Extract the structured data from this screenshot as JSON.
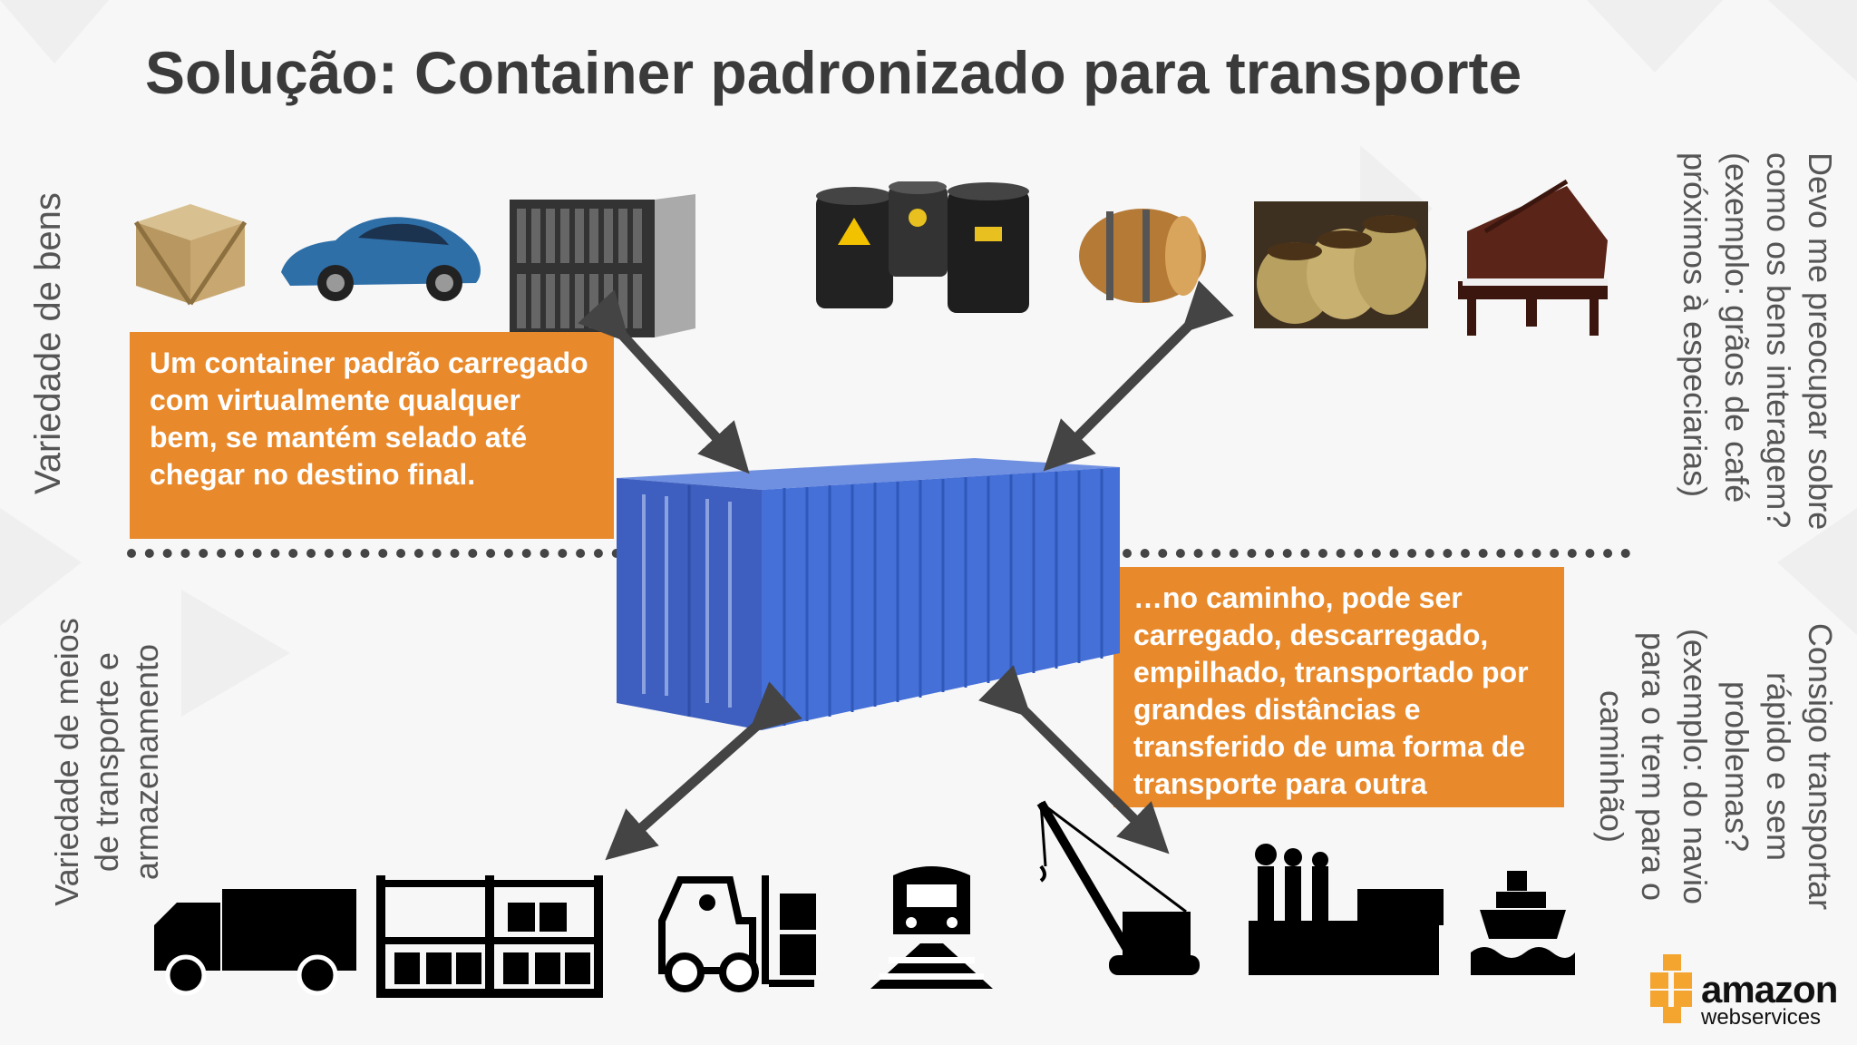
{
  "slide": {
    "title": "Solução: Container padronizado para transporte",
    "left_top_label": "Variedade de bens",
    "left_bottom_label": "Variedade de meios de transporte e armazenamento",
    "right_top_label": "Devo me preocupar sobre como os bens interagem? (exemplo: grãos de café próximos à especiarias)",
    "right_bottom_label": "Consigo transportar rápido e sem problemas? (exemplo: do navio para o trem para o caminhão)",
    "callout_top": "Um container padrão carregado com virtualmente qualquer bem, se mantém selado até chegar no destino final.",
    "callout_bottom": "…no caminho, pode ser carregado, descarregado, empilhado, transportado por grandes distâncias e transferido de uma forma de transporte para outra"
  },
  "logo": {
    "brand": "amazon",
    "subtitle": "webservices"
  },
  "goods_icons": [
    "crate-icon",
    "car-icon",
    "server-rack-icon",
    "oil-barrels-icon",
    "wooden-barrel-icon",
    "coffee-sacks-icon",
    "piano-icon"
  ],
  "transport_icons": [
    "truck-icon",
    "warehouse-rack-icon",
    "forklift-icon",
    "train-icon",
    "crane-icon",
    "factory-icon",
    "ship-icon"
  ],
  "colors": {
    "callout": "#e8892b",
    "container": "#3f67c9",
    "arrows": "#444444",
    "text": "#3a3a3a"
  }
}
